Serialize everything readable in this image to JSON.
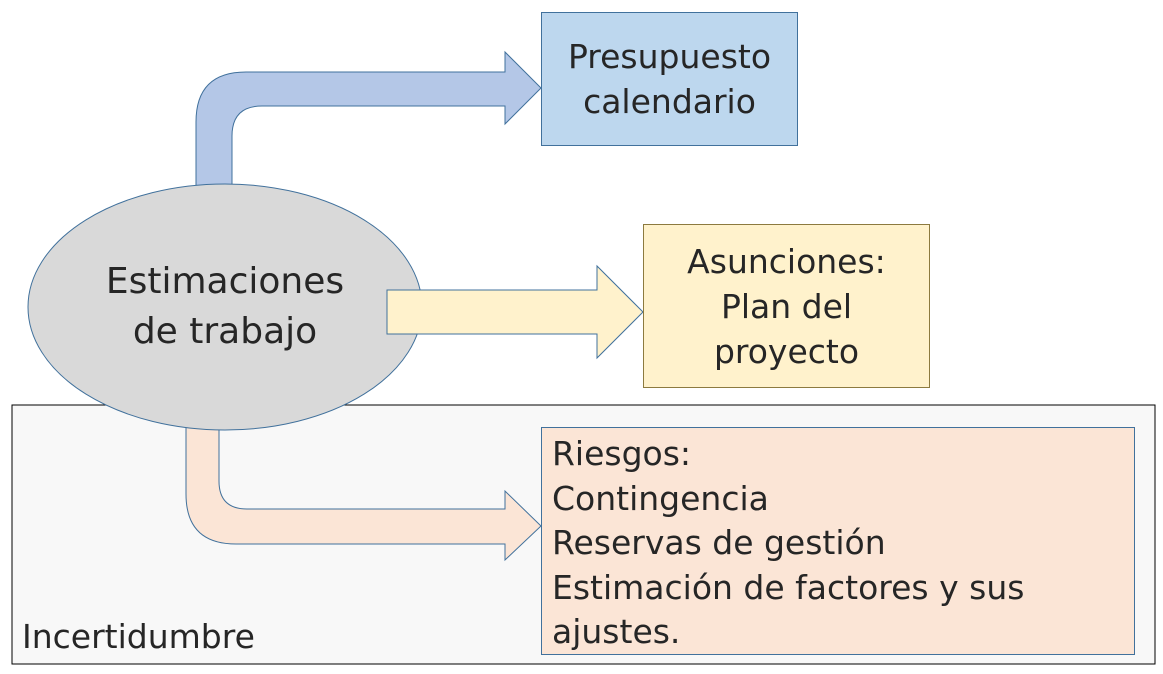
{
  "nodes": {
    "work_estimates": [
      "Estimaciones",
      "de trabajo"
    ],
    "budget_schedule": [
      "Presupuesto",
      "calendario"
    ],
    "assumptions": [
      "Asunciones:",
      "Plan del",
      "proyecto"
    ],
    "risks": [
      "Riesgos:",
      "Contingencia",
      "Reservas de gestión",
      "Estimación de factores y sus",
      "ajustes."
    ]
  },
  "region": {
    "label": "Incertidumbre"
  },
  "colors": {
    "ellipse": "#d9d9d9",
    "budget_box": "#bdd7ee",
    "assumptions_box": "#fff2cc",
    "risks_box": "#fbe5d6",
    "arrow_blue": "#b4c7e7",
    "arrow_yellow": "#fff2cc",
    "arrow_peach": "#fbe5d6",
    "outline": "#41719c",
    "region_fill": "#f8f8f8"
  }
}
